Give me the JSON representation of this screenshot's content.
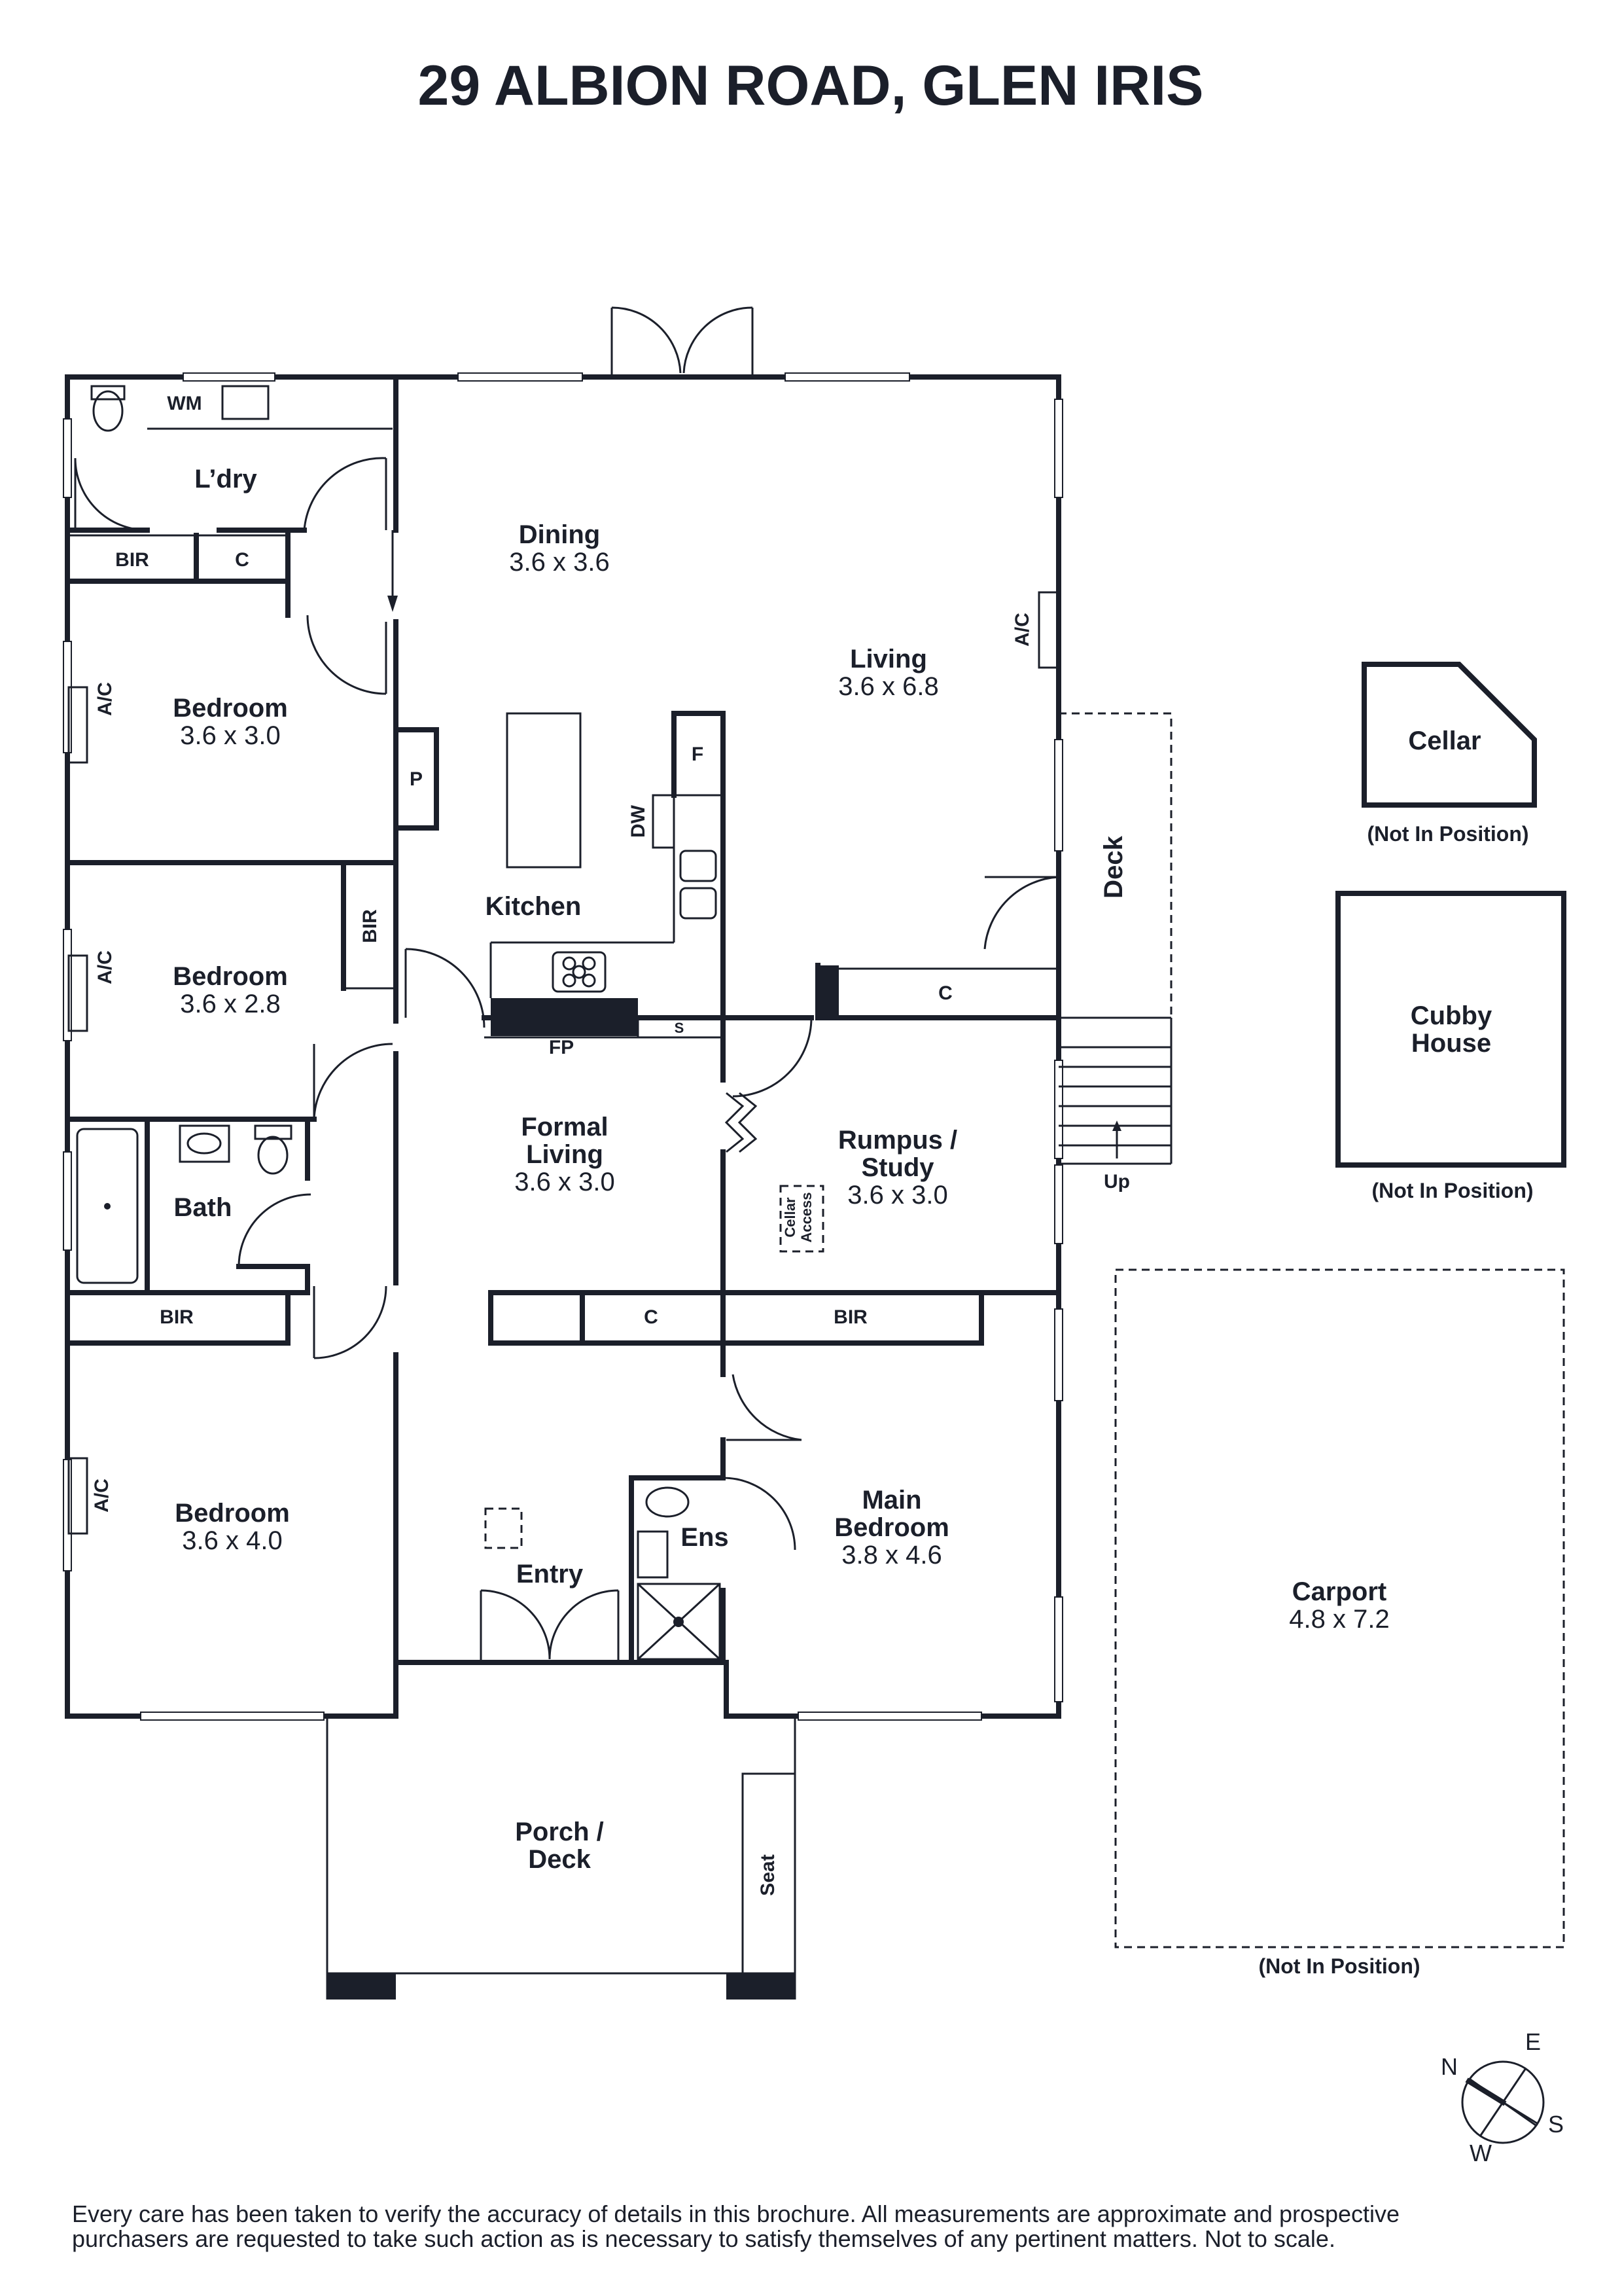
{
  "title": "29 ALBION ROAD, GLEN IRIS",
  "rooms": {
    "ldry": "L’dry",
    "wm": "WM",
    "bir_top": "BIR",
    "c_top": "C",
    "dining": {
      "name": "Dining",
      "dim": "3.6 x 3.6"
    },
    "living": {
      "name": "Living",
      "dim": "3.6 x 6.8"
    },
    "ac_living": "A/C",
    "bed1": {
      "name": "Bedroom",
      "dim": "3.6 x 3.0",
      "ac": "A/C"
    },
    "p": "P",
    "f": "F",
    "dw": "DW",
    "kitchen": "Kitchen",
    "bed2": {
      "name": "Bedroom",
      "dim": "3.6 x 2.8",
      "ac": "A/C",
      "bir": "BIR"
    },
    "fp": "FP",
    "s": "S",
    "c_rumpus": "C",
    "formal": {
      "line1": "Formal",
      "line2": "Living",
      "dim": "3.6 x 3.0"
    },
    "rumpus": {
      "line1": "Rumpus /",
      "line2": "Study",
      "dim": "3.6 x 3.0"
    },
    "cellar_access": {
      "line1": "Cellar",
      "line2": "Access"
    },
    "bath": "Bath",
    "bir_bath": "BIR",
    "c_hall": "C",
    "bir_main": "BIR",
    "bed3": {
      "name": "Bedroom",
      "dim": "3.6 x 4.0",
      "ac": "A/C"
    },
    "ens": "Ens",
    "main": {
      "line1": "Main",
      "line2": "Bedroom",
      "dim": "3.8 x 4.6"
    },
    "entry": "Entry",
    "porch": {
      "line1": "Porch /",
      "line2": "Deck"
    },
    "seat": "Seat",
    "deck": "Deck",
    "up": "Up"
  },
  "outbuildings": {
    "cellar": {
      "name": "Cellar",
      "note": "(Not In Position)"
    },
    "cubby": {
      "line1": "Cubby",
      "line2": "House",
      "note": "(Not In Position)"
    },
    "carport": {
      "name": "Carport",
      "dim": "4.8 x 7.2",
      "note": "(Not In Position)"
    }
  },
  "compass": {
    "n": "N",
    "e": "E",
    "s": "S",
    "w": "W"
  },
  "disclaimer": {
    "line1": "Every care has been taken to verify the accuracy of details in this brochure. All measurements are approximate and prospective",
    "line2": "purchasers are requested to take such action as is necessary to satisfy themselves of any pertinent matters. Not to scale."
  }
}
